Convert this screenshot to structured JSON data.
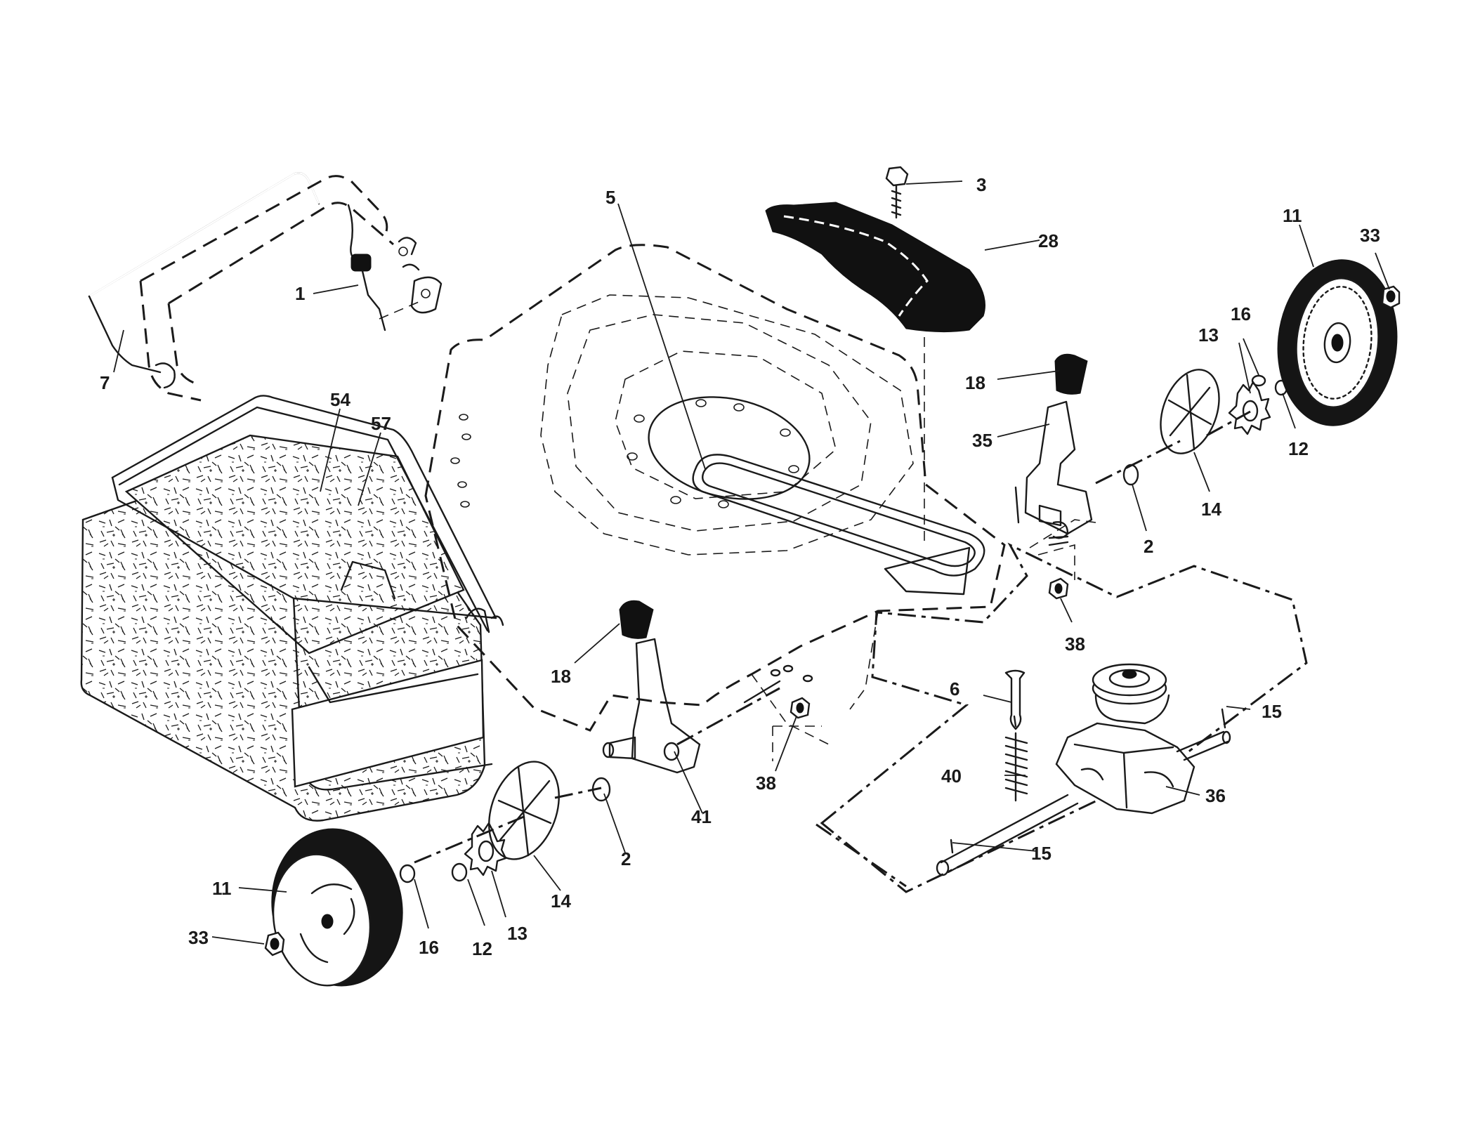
{
  "callouts": [
    {
      "id": "c1",
      "text": "1"
    },
    {
      "id": "c2a",
      "text": "2"
    },
    {
      "id": "c2b",
      "text": "2"
    },
    {
      "id": "c3",
      "text": "3"
    },
    {
      "id": "c5",
      "text": "5"
    },
    {
      "id": "c6",
      "text": "6"
    },
    {
      "id": "c7",
      "text": "7"
    },
    {
      "id": "c11a",
      "text": "11"
    },
    {
      "id": "c11b",
      "text": "11"
    },
    {
      "id": "c12a",
      "text": "12"
    },
    {
      "id": "c12b",
      "text": "12"
    },
    {
      "id": "c13a",
      "text": "13"
    },
    {
      "id": "c13b",
      "text": "13"
    },
    {
      "id": "c14a",
      "text": "14"
    },
    {
      "id": "c14b",
      "text": "14"
    },
    {
      "id": "c15a",
      "text": "15"
    },
    {
      "id": "c15b",
      "text": "15"
    },
    {
      "id": "c16a",
      "text": "16"
    },
    {
      "id": "c16b",
      "text": "16"
    },
    {
      "id": "c18a",
      "text": "18"
    },
    {
      "id": "c18b",
      "text": "18"
    },
    {
      "id": "c28",
      "text": "28"
    },
    {
      "id": "c33a",
      "text": "33"
    },
    {
      "id": "c33b",
      "text": "33"
    },
    {
      "id": "c35",
      "text": "35"
    },
    {
      "id": "c36",
      "text": "36"
    },
    {
      "id": "c38a",
      "text": "38"
    },
    {
      "id": "c38b",
      "text": "38"
    },
    {
      "id": "c40",
      "text": "40"
    },
    {
      "id": "c41",
      "text": "41"
    },
    {
      "id": "c54",
      "text": "54"
    },
    {
      "id": "c57",
      "text": "57"
    }
  ]
}
